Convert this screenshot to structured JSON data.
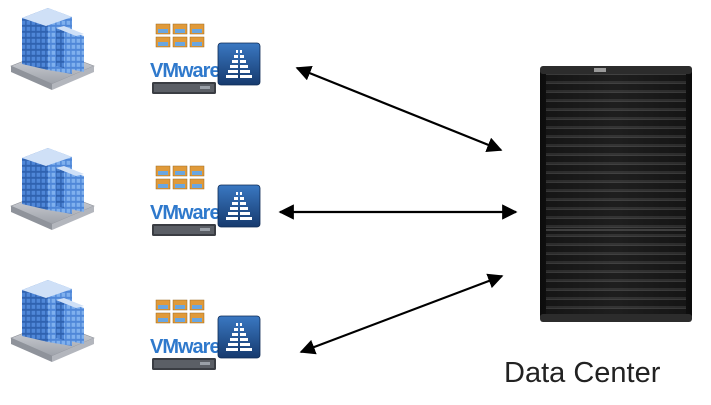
{
  "sites": [
    {
      "vmware_label": "VMware"
    },
    {
      "vmware_label": "VMware"
    },
    {
      "vmware_label": "VMware"
    }
  ],
  "data_center": {
    "label": "Data Center"
  },
  "colors": {
    "building_glass": "#4f87d8",
    "building_light": "#a9c9f3",
    "base": "#b9bcc2",
    "vmware_text": "#2f79cc",
    "vm_tile": "#e09a3a",
    "app_icon_bg": "#1f4f8f",
    "rack": "#161616",
    "arrow": "#000000"
  },
  "icons": {
    "building": "office-building-icon",
    "vmware": "vmware-host-icon",
    "app": "pyramid-app-icon",
    "rack": "server-rack-icon"
  }
}
